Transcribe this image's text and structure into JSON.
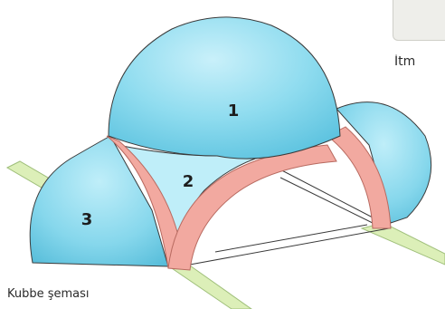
{
  "caption": "Kubbe şeması",
  "side_label": "İtm",
  "domes": [
    {
      "label": "1",
      "name": "main-dome"
    },
    {
      "label": "2",
      "name": "pendentive"
    },
    {
      "label": "3",
      "name": "half-dome-left"
    }
  ],
  "colors": {
    "dome": "#8fdcef",
    "dome_shadow": "#5fc4e0",
    "arch": "#f2a9a0",
    "arch_edge": "#d67e74",
    "base_strip": "#dcefb8",
    "line": "#3a3a3a"
  }
}
